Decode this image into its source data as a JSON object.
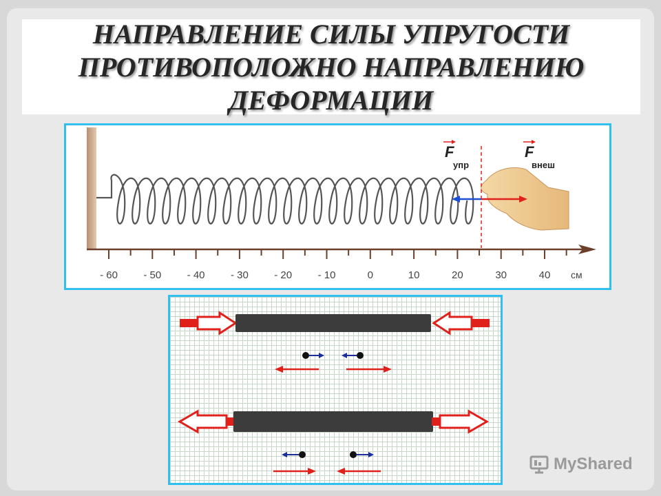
{
  "title": {
    "line1": "НАПРАВЛЕНИЕ СИЛЫ УПРУГОСТИ",
    "line2": "ПРОТИВОПОЛОЖНО НАПРАВЛЕНИЮ",
    "line3": "ДЕФОРМАЦИИ"
  },
  "spring_figure": {
    "force_elastic_letter": "F",
    "force_elastic_subscript": "упр",
    "force_external_letter": "F",
    "force_external_subscript": "внеш",
    "ruler_ticks": [
      "- 60",
      "- 50",
      "- 40",
      "- 30",
      "- 20",
      "- 10",
      "0",
      "10",
      "20",
      "30",
      "40"
    ],
    "ruler_unit": "см",
    "colors": {
      "elastic_arrow": "#1a4fd6",
      "external_arrow": "#e0201a",
      "dashed_line": "#e0201a"
    }
  },
  "bars_figure": {
    "colors": {
      "bar": "#3c3c3c",
      "arrow": "#e0201a",
      "small_arrow": "#1b2e9a",
      "dot": "#111111"
    }
  },
  "watermark": {
    "text": "MyShared",
    "icon": "presentation-board-icon"
  }
}
